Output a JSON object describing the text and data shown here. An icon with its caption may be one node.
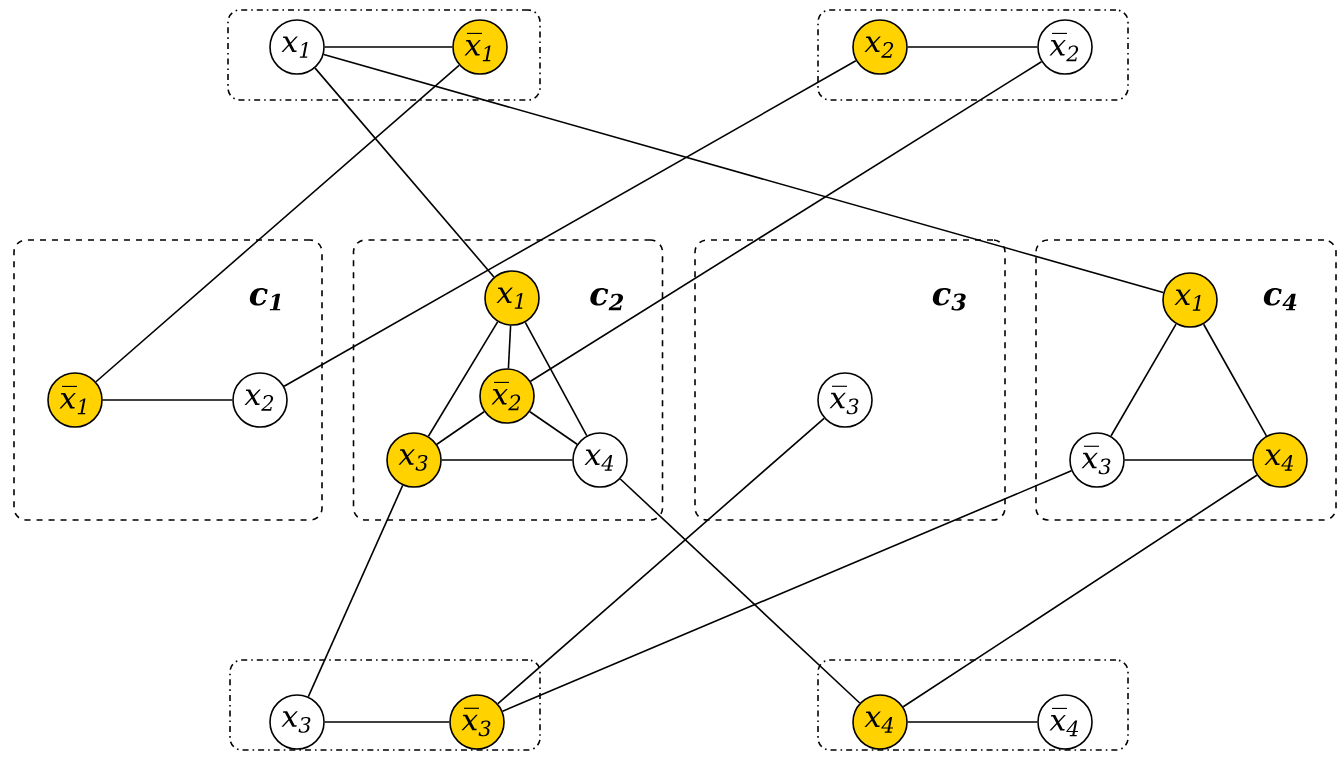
{
  "diagram": {
    "nodes": [
      {
        "text": [],
        "shape": "box"
      },
      {
        "text": [
          "x$_{1}$"
        ],
        "in": 0
      },
      {
        "text": [
          "x̅$_{1}$"
        ],
        "in": 0
      },
      {
        "text": [],
        "shape": "box"
      },
      {
        "text": [
          "x$_{2}$"
        ],
        "in": 3
      },
      {
        "text": [
          "x̅$_{2}$"
        ],
        "in": 3
      },
      {
        "text": [
          "c$_{1}$"
        ]
      },
      {
        "text": [
          "x̅$_{1}$"
        ],
        "in": 6
      },
      {
        "text": [
          "x$_{2}$"
        ],
        "in": 6
      },
      {
        "text": [
          "c$_{2}$"
        ]
      },
      {
        "text": [
          "x$_{1}$"
        ],
        "in": 9
      },
      {
        "text": [
          "x̅$_{2}$"
        ],
        "in": 9
      },
      {
        "text": [
          "x$_{3}$"
        ],
        "in": 9
      },
      {
        "text": [
          "x$_{4}$"
        ],
        "in": 9
      },
      {
        "text": [
          "c$_{3}$"
        ]
      },
      {
        "text": [
          "x̅$_{3}$"
        ],
        "in": 14
      },
      {
        "text": [
          "c$_{4}$"
        ]
      },
      {
        "text": [
          "x$_{1}$"
        ],
        "in": 16
      },
      {
        "text": [
          "x̅$_{3}$"
        ],
        "in": 16
      },
      {
        "text": [
          "x$_{4}$"
        ],
        "in": 16
      },
      {
        "text": [],
        "shape": "box"
      },
      {
        "text": [
          "x$_{3}$"
        ],
        "in": 20
      },
      {
        "text": [
          "x̅$_{3}$"
        ],
        "in": 20
      },
      {
        "text": [],
        "shape": "box"
      },
      {
        "text": [
          "x$_{4}$"
        ],
        "in": 23
      },
      {
        "text": [
          "x̅$_{4}$"
        ],
        "in": 23
      }
    ],
    "edges": [
      {
        "from": 1,
        "to": 2,
        "arrow": "none"
      },
      {
        "from": 4,
        "to": 5,
        "arrow": "none"
      },
      {
        "from": 7,
        "to": 8,
        "arrow": "none"
      },
      {
        "from": 10,
        "to": 11,
        "arrow": "none"
      },
      {
        "from": 10,
        "to": 12,
        "arrow": "none"
      },
      {
        "from": 10,
        "to": 13,
        "arrow": "none"
      },
      {
        "from": 11,
        "to": 12,
        "arrow": "none"
      },
      {
        "from": 11,
        "to": 13,
        "arrow": "none"
      },
      {
        "from": 12,
        "to": 13,
        "arrow": "none"
      },
      {
        "from": 17,
        "to": 18,
        "arrow": "none"
      },
      {
        "from": 17,
        "to": 19,
        "arrow": "none"
      },
      {
        "from": 18,
        "to": 19,
        "arrow": "none"
      },
      {
        "from": 21,
        "to": 22,
        "arrow": "none"
      },
      {
        "from": 24,
        "to": 25,
        "arrow": "none"
      },
      {
        "from": 1,
        "to": 10,
        "arrow": "none"
      },
      {
        "from": 1,
        "to": 17,
        "arrow": "none"
      },
      {
        "from": 2,
        "to": 7,
        "arrow": "none"
      },
      {
        "from": 4,
        "to": 8,
        "arrow": "none"
      },
      {
        "from": 5,
        "to": 11,
        "arrow": "none"
      },
      {
        "from": 12,
        "to": 21,
        "arrow": "none"
      },
      {
        "from": 15,
        "to": 22,
        "arrow": "none"
      },
      {
        "from": 18,
        "to": 22,
        "arrow": "none"
      },
      {
        "from": 13,
        "to": 24,
        "arrow": "none"
      },
      {
        "from": 19,
        "to": 24,
        "arrow": "none"
      }
    ]
  }
}
